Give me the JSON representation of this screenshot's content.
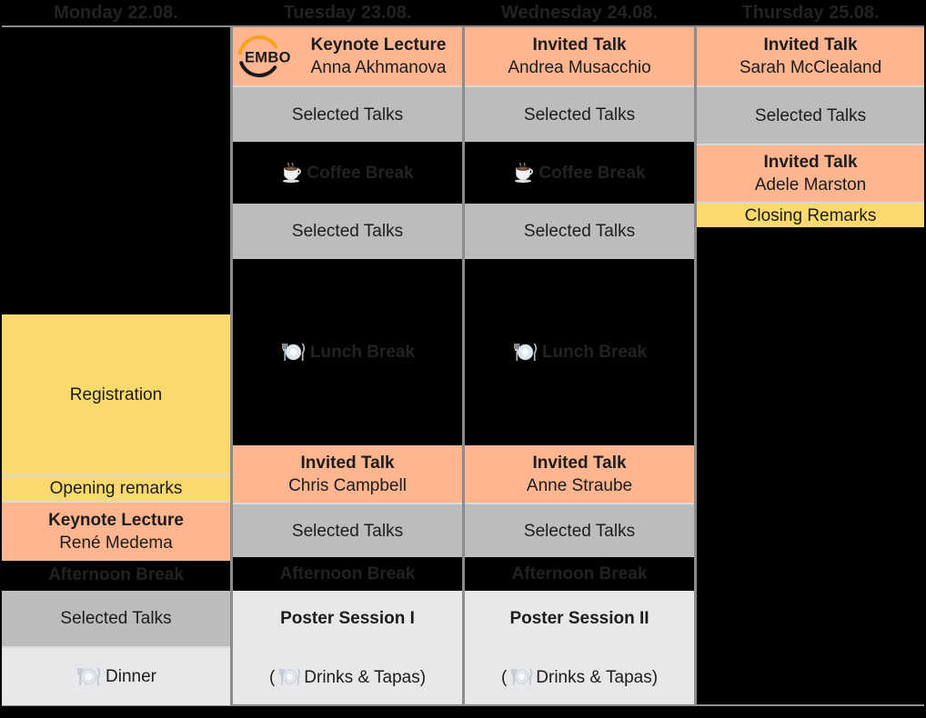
{
  "colors": {
    "background": "#000000",
    "orange": "#FFB690",
    "yellow": "#FADA6E",
    "gray": "#BCBCBE",
    "light_gray": "#E8E8EA",
    "border_light": "#D9D9D9",
    "grid_line": "#8C8C8C",
    "text_dark": "#1C1C1C",
    "text_on_black": "#222222",
    "embo_orange": "#F5A21D",
    "embo_dark": "#1A1A1A"
  },
  "header": {
    "days": [
      "Monday 22.08.",
      "Tuesday 23.08.",
      "Wednesday 24.08.",
      "Thursday 25.08."
    ]
  },
  "embo_logo_text": "EMBO",
  "monday": {
    "registration": "Registration",
    "opening_remarks": "Opening remarks",
    "keynote_title": "Keynote Lecture",
    "keynote_speaker": "René Medema",
    "afternoon_break": "Afternoon Break",
    "selected_talks": "Selected Talks",
    "dinner": "Dinner"
  },
  "tuesday": {
    "keynote_title": "Keynote Lecture",
    "keynote_speaker": "Anna Akhmanova",
    "selected_talks_morning": "Selected Talks",
    "coffee_break": "Coffee Break",
    "selected_talks_midday": "Selected Talks",
    "lunch_break": "Lunch Break",
    "invited_talk_title": "Invited Talk",
    "invited_talk_speaker": "Chris Campbell",
    "selected_talks_afternoon": "Selected Talks",
    "afternoon_break": "Afternoon Break",
    "poster_session": "Poster Session I",
    "poster_note_open": "(",
    "poster_note": "Drinks & Tapas)"
  },
  "wednesday": {
    "invited_talk_1_title": "Invited Talk",
    "invited_talk_1_speaker": "Andrea Musacchio",
    "selected_talks_morning": "Selected Talks",
    "coffee_break": "Coffee Break",
    "selected_talks_midday": "Selected Talks",
    "lunch_break": "Lunch Break",
    "invited_talk_2_title": "Invited Talk",
    "invited_talk_2_speaker": "Anne Straube",
    "selected_talks_afternoon": "Selected Talks",
    "afternoon_break": "Afternoon Break",
    "poster_session": "Poster Session II",
    "poster_note_open": "(",
    "poster_note": "Drinks & Tapas)"
  },
  "thursday": {
    "invited_talk_1_title": "Invited Talk",
    "invited_talk_1_speaker": "Sarah McClealand",
    "selected_talks": "Selected Talks",
    "invited_talk_2_title": "Invited Talk",
    "invited_talk_2_speaker": "Adele Marston",
    "closing_remarks": "Closing Remarks"
  }
}
